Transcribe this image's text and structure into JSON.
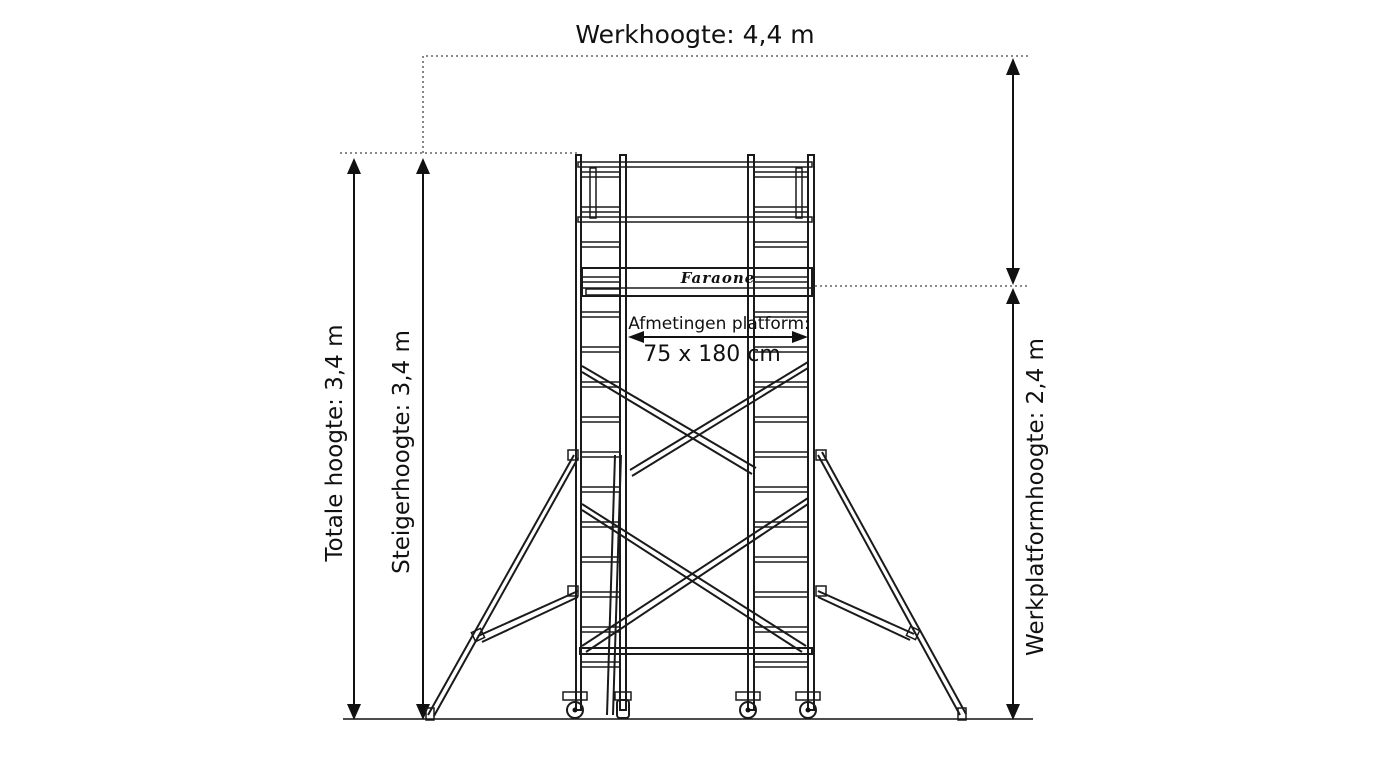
{
  "dimensions": {
    "working_height": "Werkhoogte: 4,4 m",
    "total_height": "Totale hoogte: 3,4 m",
    "scaffold_height": "Steigerhoogte: 3,4 m",
    "platform_height": "Werkplatformhoogte: 2,4 m"
  },
  "platform": {
    "label": "Afmetingen platform:",
    "size": "75 x 180 cm"
  },
  "brand": "Faraone"
}
